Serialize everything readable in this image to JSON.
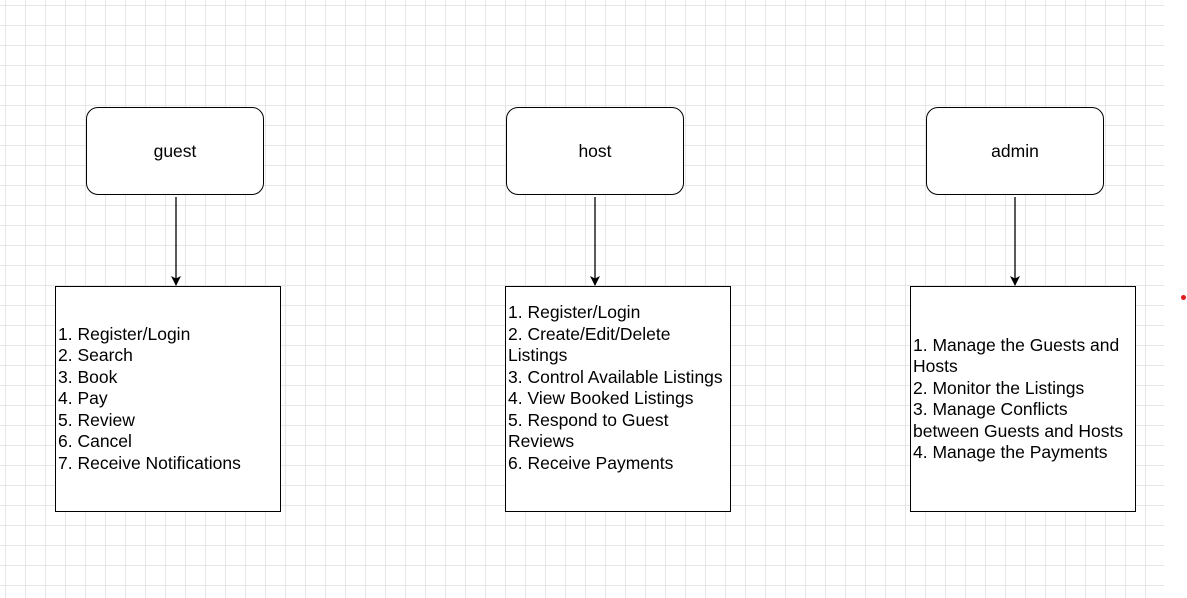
{
  "diagram": {
    "roles": [
      {
        "key": "guest",
        "label": "guest",
        "items": [
          "1. Register/Login",
          "2. Search",
          "3. Book",
          "4. Pay",
          "5. Review",
          "6. Cancel",
          "7. Receive Notifications"
        ]
      },
      {
        "key": "host",
        "label": "host",
        "items": [
          "1. Register/Login",
          "2. Create/Edit/Delete Listings",
          "3. Control Available Listings",
          "4. View Booked Listings",
          "5. Respond to Guest Reviews",
          "6. Receive Payments"
        ]
      },
      {
        "key": "admin",
        "label": "admin",
        "items": [
          "1. Manage the Guests and Hosts",
          "2. Monitor the Listings",
          "3. Manage Conflicts between Guests and Hosts",
          "4. Manage the Payments"
        ]
      }
    ],
    "colors": {
      "grid": "#e6e6e6",
      "stroke": "#000000",
      "marker": "#e01b1b"
    }
  }
}
